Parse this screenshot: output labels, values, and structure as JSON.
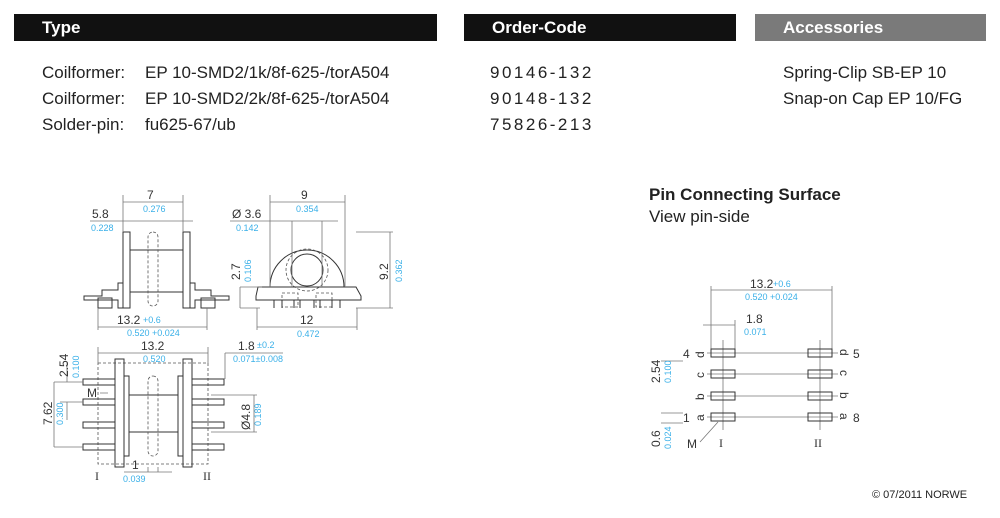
{
  "headers": {
    "type": "Type",
    "order_code": "Order-Code",
    "accessories": "Accessories"
  },
  "colors": {
    "header_dark": "#111111",
    "header_accessories": "#7a7a7a",
    "imperial_dims": "#3ab0e8"
  },
  "rows": [
    {
      "label": "Coilformer:",
      "type": "EP 10-SMD2/1k/8f-625-/torA504",
      "code": "90146-132",
      "accessory": "Spring-Clip SB-EP 10"
    },
    {
      "label": "Coilformer:",
      "type": "EP 10-SMD2/2k/8f-625-/torA504",
      "code": "90148-132",
      "accessory": "Snap-on Cap EP 10/FG"
    },
    {
      "label": "Solder-pin:",
      "type": "fu625-67/ub",
      "code": "75826-213"
    }
  ],
  "pin_surface": {
    "title": "Pin Connecting Surface",
    "subtitle": "View pin-side"
  },
  "dims": {
    "d7": "7",
    "d7i": "0.276",
    "d58": "5.8",
    "d58i": "0.228",
    "d132a": "13.2",
    "d132a_tol": "+0.6",
    "d132ai": "0.520 +0.024",
    "d9": "9",
    "d9i": "0.354",
    "d36": "Ø 3.6",
    "d36i": "0.142",
    "d27": "2.7",
    "d27i": "0.106",
    "d92": "9.2",
    "d92i": "0.362",
    "d12": "12",
    "d12i": "0.472",
    "d132b": "13.2",
    "d132bi": "0.520",
    "d18": "1.8",
    "d18_tol": "±0.2",
    "d18i": "0.071±0.008",
    "d254": "2.54",
    "d254i": "0.100",
    "d762": "7.62",
    "d762i": "0.300",
    "d48": "Ø4.8",
    "d48i": "0.189",
    "d1": "1",
    "d1i": "0.039",
    "m": "M",
    "side1": "I",
    "side2": "II",
    "p132": "13.2",
    "p132_tol": "+0.6",
    "p132i": "0.520 +0.024",
    "p18": "1.8",
    "p18i": "0.071",
    "p254": "2.54",
    "p254i": "0.100",
    "p06": "0.6",
    "p06i": "0.024",
    "pin4": "4",
    "pin5": "5",
    "pin1": "1",
    "pin8": "8",
    "ra": "a",
    "rb": "b",
    "rc": "c",
    "rd": "d"
  },
  "copyright": "© 07/2011 NORWE"
}
